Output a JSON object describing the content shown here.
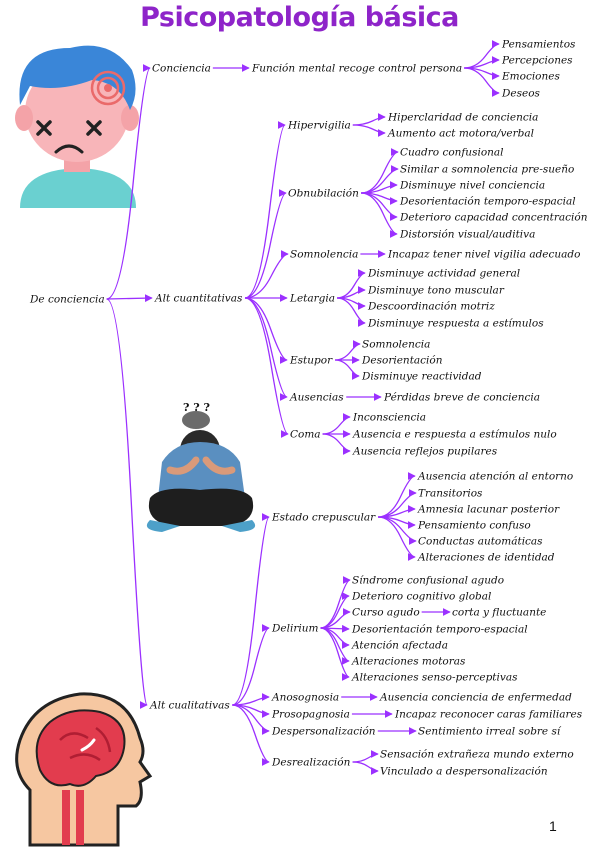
{
  "title": "Psicopatología básica",
  "page_number": "1",
  "colors": {
    "accent": "#9b30ff",
    "title": "#8e24c9",
    "text": "#111111"
  },
  "illustrations": [
    {
      "name": "sad-dizzy-boy-illustration"
    },
    {
      "name": "stressed-person-illustration"
    },
    {
      "name": "brain-head-illustration"
    }
  ],
  "nodes": [
    {
      "id": "root",
      "label": "De conciencia"
    },
    {
      "id": "conciencia",
      "label": "Conciencia",
      "parent": "root"
    },
    {
      "id": "funcion",
      "label": "Función mental recoge control persona",
      "parent": "conciencia"
    },
    {
      "id": "pens",
      "label": "Pensamientos",
      "parent": "funcion"
    },
    {
      "id": "perc",
      "label": "Percepciones",
      "parent": "funcion"
    },
    {
      "id": "emoc",
      "label": "Emociones",
      "parent": "funcion"
    },
    {
      "id": "deseos",
      "label": "Deseos",
      "parent": "funcion"
    },
    {
      "id": "cuant",
      "label": "Alt cuantitativas",
      "parent": "root"
    },
    {
      "id": "hiper",
      "label": "Hipervigilia",
      "parent": "cuant"
    },
    {
      "id": "hiper1",
      "label": "Hiperclaridad de conciencia",
      "parent": "hiper"
    },
    {
      "id": "hiper2",
      "label": "Aumento act motora/verbal",
      "parent": "hiper"
    },
    {
      "id": "obnu",
      "label": "Obnubilación",
      "parent": "cuant"
    },
    {
      "id": "obnu1",
      "label": "Cuadro confusional",
      "parent": "obnu"
    },
    {
      "id": "obnu2",
      "label": "Similar a somnolencia pre-sueño",
      "parent": "obnu"
    },
    {
      "id": "obnu3",
      "label": "Disminuye nivel conciencia",
      "parent": "obnu"
    },
    {
      "id": "obnu4",
      "label": "Desorientación temporo-espacial",
      "parent": "obnu"
    },
    {
      "id": "obnu5",
      "label": "Deterioro capacidad concentración",
      "parent": "obnu"
    },
    {
      "id": "obnu6",
      "label": "Distorsión visual/auditiva",
      "parent": "obnu"
    },
    {
      "id": "somno",
      "label": "Somnolencia",
      "parent": "cuant"
    },
    {
      "id": "somno1",
      "label": "Incapaz tener nivel vigilia adecuado",
      "parent": "somno"
    },
    {
      "id": "leta",
      "label": "Letargia",
      "parent": "cuant"
    },
    {
      "id": "leta1",
      "label": "Disminuye actividad general",
      "parent": "leta"
    },
    {
      "id": "leta2",
      "label": "Disminuye tono muscular",
      "parent": "leta"
    },
    {
      "id": "leta3",
      "label": "Descoordinación motriz",
      "parent": "leta"
    },
    {
      "id": "leta4",
      "label": "Disminuye respuesta a estímulos",
      "parent": "leta"
    },
    {
      "id": "estu",
      "label": "Estupor",
      "parent": "cuant"
    },
    {
      "id": "estu1",
      "label": "Somnolencia",
      "parent": "estu"
    },
    {
      "id": "estu2",
      "label": "Desorientación",
      "parent": "estu"
    },
    {
      "id": "estu3",
      "label": "Disminuye reactividad",
      "parent": "estu"
    },
    {
      "id": "ause",
      "label": "Ausencias",
      "parent": "cuant"
    },
    {
      "id": "ause1",
      "label": "Pérdidas breve de conciencia",
      "parent": "ause"
    },
    {
      "id": "coma",
      "label": "Coma",
      "parent": "cuant"
    },
    {
      "id": "coma1",
      "label": "Inconsciencia",
      "parent": "coma"
    },
    {
      "id": "coma2",
      "label": "Ausencia e respuesta a estímulos nulo",
      "parent": "coma"
    },
    {
      "id": "coma3",
      "label": "Ausencia reflejos pupilares",
      "parent": "coma"
    },
    {
      "id": "cual",
      "label": "Alt cualitativas",
      "parent": "root"
    },
    {
      "id": "crep",
      "label": "Estado crepuscular",
      "parent": "cual"
    },
    {
      "id": "crep1",
      "label": "Ausencia atención al entorno",
      "parent": "crep"
    },
    {
      "id": "crep2",
      "label": "Transitorios",
      "parent": "crep"
    },
    {
      "id": "crep3",
      "label": "Amnesia lacunar posterior",
      "parent": "crep"
    },
    {
      "id": "crep4",
      "label": "Pensamiento confuso",
      "parent": "crep"
    },
    {
      "id": "crep5",
      "label": "Conductas automáticas",
      "parent": "crep"
    },
    {
      "id": "crep6",
      "label": "Alteraciones de identidad",
      "parent": "crep"
    },
    {
      "id": "deli",
      "label": "Delirium",
      "parent": "cual"
    },
    {
      "id": "deli1",
      "label": "Síndrome confusional agudo",
      "parent": "deli"
    },
    {
      "id": "deli2",
      "label": "Deterioro cognitivo global",
      "parent": "deli"
    },
    {
      "id": "deli3",
      "label": "Curso agudo",
      "parent": "deli"
    },
    {
      "id": "deli3a",
      "label": "corta y fluctuante",
      "parent": "deli3"
    },
    {
      "id": "deli4",
      "label": "Desorientación temporo-espacial",
      "parent": "deli"
    },
    {
      "id": "deli5",
      "label": "Atención afectada",
      "parent": "deli"
    },
    {
      "id": "deli6",
      "label": "Alteraciones motoras",
      "parent": "deli"
    },
    {
      "id": "deli7",
      "label": "Alteraciones senso-perceptivas",
      "parent": "deli"
    },
    {
      "id": "anos",
      "label": "Anosognosia",
      "parent": "cual"
    },
    {
      "id": "anos1",
      "label": "Ausencia conciencia de enfermedad",
      "parent": "anos"
    },
    {
      "id": "pros",
      "label": "Prosopagnosia",
      "parent": "cual"
    },
    {
      "id": "pros1",
      "label": "Incapaz reconocer caras familiares",
      "parent": "pros"
    },
    {
      "id": "desp",
      "label": "Despersonalización",
      "parent": "cual"
    },
    {
      "id": "desp1",
      "label": "Sentimiento irreal sobre sí",
      "parent": "desp"
    },
    {
      "id": "desr",
      "label": "Desrealización",
      "parent": "cual"
    },
    {
      "id": "desr1",
      "label": "Sensación extrañeza mundo externo",
      "parent": "desr"
    },
    {
      "id": "desr2",
      "label": "Vinculado a despersonalización",
      "parent": "desr"
    }
  ]
}
